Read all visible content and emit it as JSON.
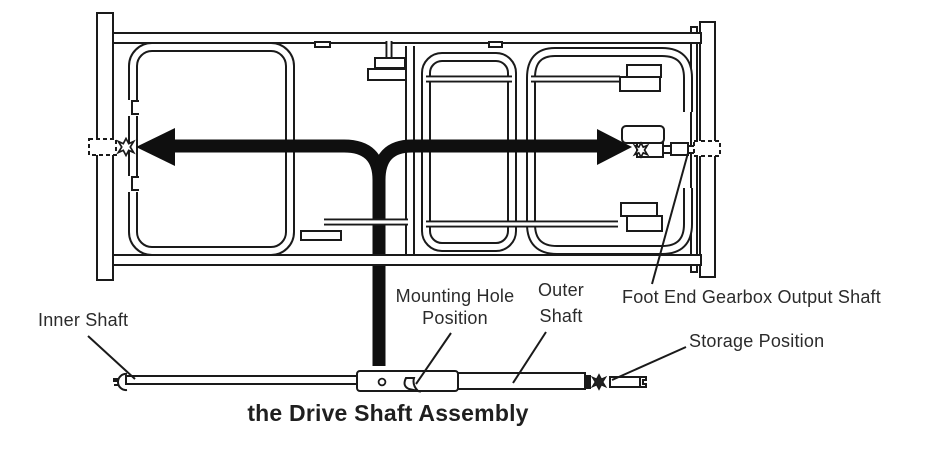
{
  "diagram": {
    "caption": "the Drive Shaft Assembly",
    "labels": {
      "inner_shaft": "Inner Shaft",
      "mounting_hole": {
        "line1": "Mounting Hole",
        "line2": "Position"
      },
      "outer_shaft": {
        "line1": "Outer",
        "line2": "Shaft"
      },
      "foot_end_gearbox": "Foot End Gearbox Output Shaft",
      "storage_position": "Storage Position"
    },
    "colors": {
      "line": "#1a1a1a",
      "arrow": "#0f0f0f",
      "background": "#ffffff",
      "text": "#2b2b2b"
    }
  }
}
